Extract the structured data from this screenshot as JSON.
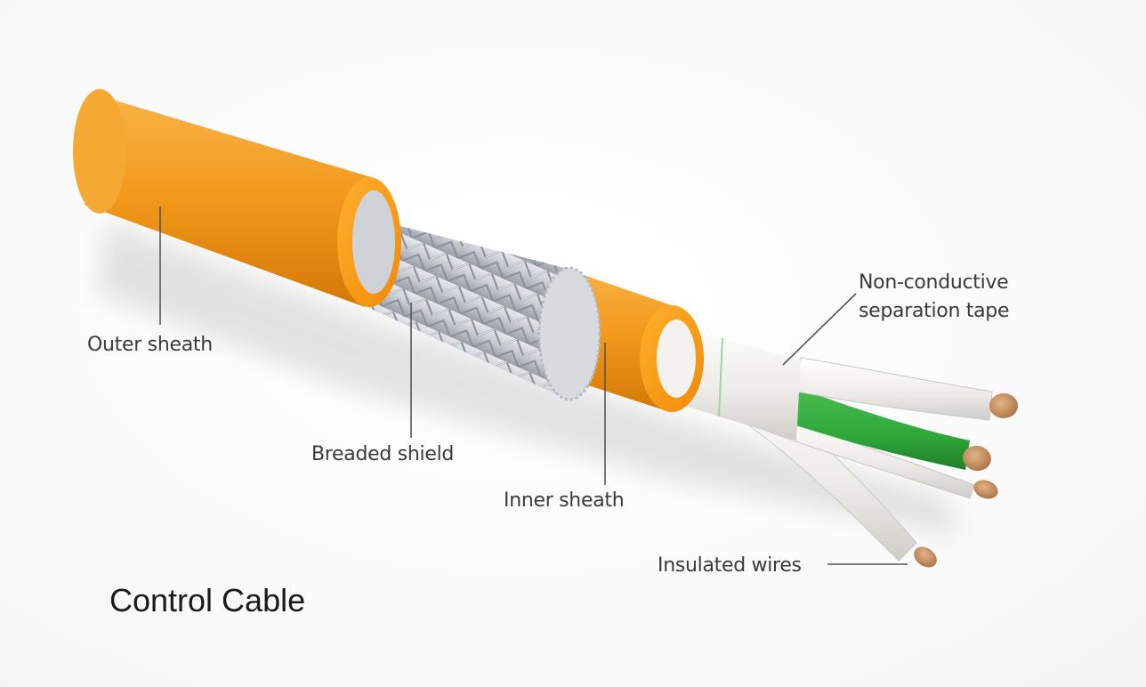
{
  "diagram": {
    "caption": "Control Cable",
    "labels": {
      "outer_sheath": "Outer sheath",
      "breaded_shield": "Breaded shield",
      "inner_sheath": "Inner sheath",
      "separation_tape_line1": "Non-conductive",
      "separation_tape_line2": "separation tape",
      "insulated_wires": "Insulated wires"
    },
    "colors": {
      "sheath_orange": "#f39a1c",
      "shield_silver": "#c9ccd2",
      "tape_white": "#f1f1ef",
      "wire_green": "#2fa83a",
      "wire_white": "#f4f4f2",
      "copper": "#c98f5c",
      "leader_line": "#555555"
    }
  }
}
